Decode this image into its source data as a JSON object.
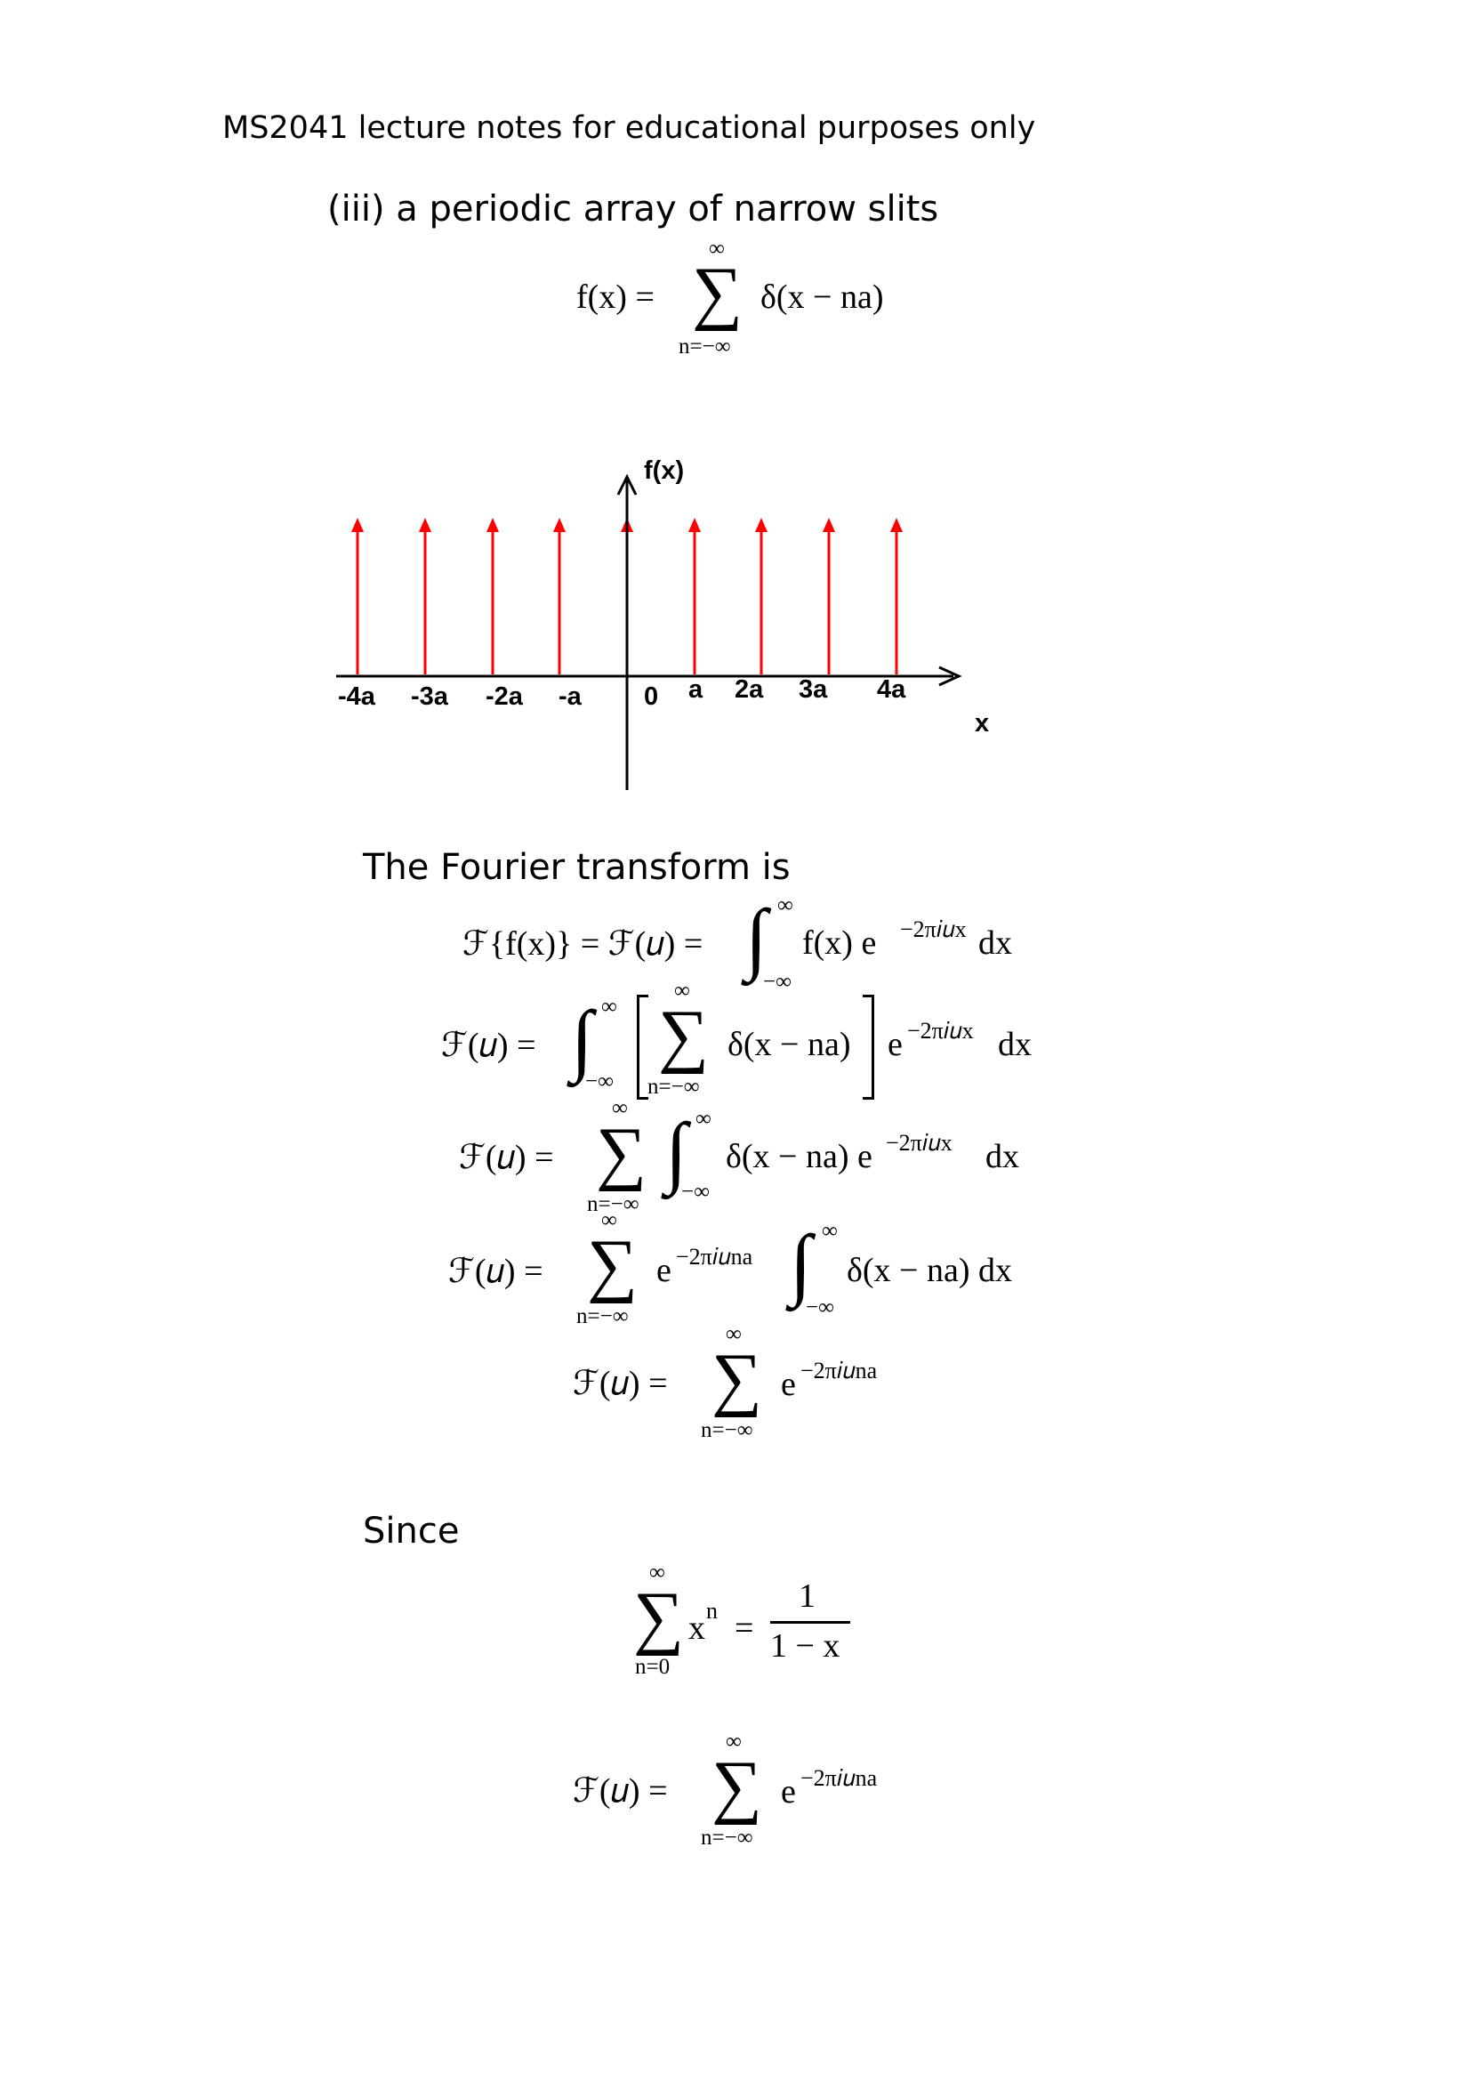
{
  "header": {
    "text": "MS2041 lecture notes for educational purposes only"
  },
  "subtitle": {
    "text": "(iii) a periodic array of narrow slits"
  },
  "definition": {
    "lhs": "f(x) =",
    "sum_upper": "∞",
    "sum_lower": "n=−∞",
    "term": "δ(x − na)"
  },
  "figure": {
    "y_label": "f(x)",
    "x_label": "x",
    "tick_labels": [
      "-4a",
      "-3a",
      "-2a",
      "-a",
      "0",
      "a",
      "2a",
      "3a",
      "4a"
    ],
    "colors": {
      "impulse": "#ff0000",
      "axis": "#000000"
    }
  },
  "fourier_heading": {
    "text": "The Fourier transform is"
  },
  "symbols": {
    "sum": "∑",
    "integral": "∫",
    "inf": "∞",
    "minus_inf": "−∞",
    "n_from_minus_inf": "n=−∞",
    "n_from_zero": "n=0"
  },
  "eq1": {
    "lhs": "ℱ{f(x)} = ℱ(𝑢) =",
    "integrand": "f(x) e",
    "exp": "−2π𝑖𝑢x",
    "tail": "dx"
  },
  "eq2": {
    "lhs": "ℱ(𝑢) =",
    "inner": "δ(x − na)",
    "exp_base": "e",
    "exp": "−2π𝑖𝑢x",
    "tail": "dx"
  },
  "eq3": {
    "lhs": "ℱ(𝑢) =",
    "integrand": "δ(x − na) e",
    "exp": "−2π𝑖𝑢x",
    "tail": "dx"
  },
  "eq4": {
    "lhs": "ℱ(𝑢) =",
    "exp_base": "e",
    "exp": "−2π𝑖𝑢na",
    "integrand": "δ(x − na) dx"
  },
  "eq5": {
    "lhs": "ℱ(𝑢) =",
    "exp_base": "e",
    "exp": "−2π𝑖𝑢na"
  },
  "since_heading": {
    "text": "Since"
  },
  "geometric": {
    "term": "x",
    "exp": "n",
    "equals": "=",
    "numerator": "1",
    "denominator": "1 − x"
  },
  "eq6": {
    "lhs": "ℱ(𝑢) =",
    "exp_base": "e",
    "exp": "−2π𝑖𝑢na"
  }
}
